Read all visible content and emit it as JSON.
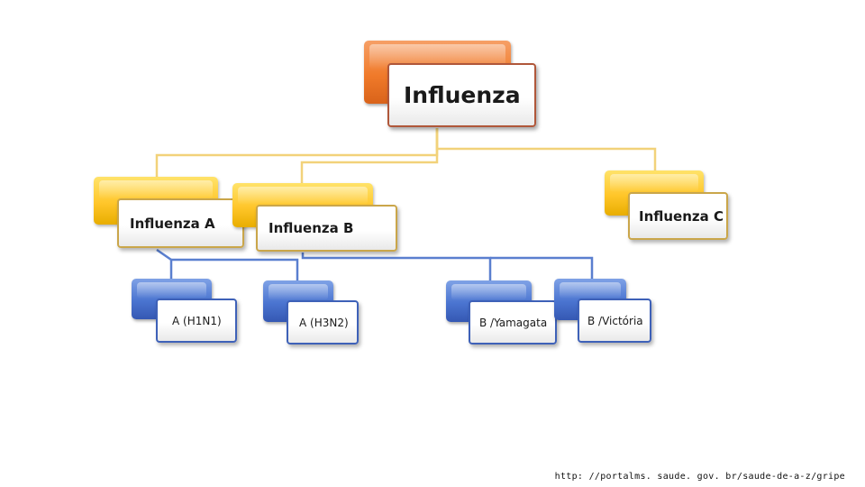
{
  "diagram": {
    "root": {
      "label": "Influenza"
    },
    "types": [
      {
        "label": "Influenza A"
      },
      {
        "label": "Influenza B"
      },
      {
        "label": "Influenza C"
      }
    ],
    "subtypes": [
      {
        "label": "A (H1N1)"
      },
      {
        "label": "A (H3N2)"
      },
      {
        "label": "B /Yamagata"
      },
      {
        "label": "B /Victória"
      }
    ],
    "colors": {
      "root": "#f07a2a",
      "types": "#ffc62a",
      "subtypes": "#4a74d0",
      "connector_upper": "#f2d27a",
      "connector_lower": "#5a7fcf"
    }
  },
  "footer": {
    "source": "http: //portalms. saude. gov. br/saude-de-a-z/gripe"
  }
}
